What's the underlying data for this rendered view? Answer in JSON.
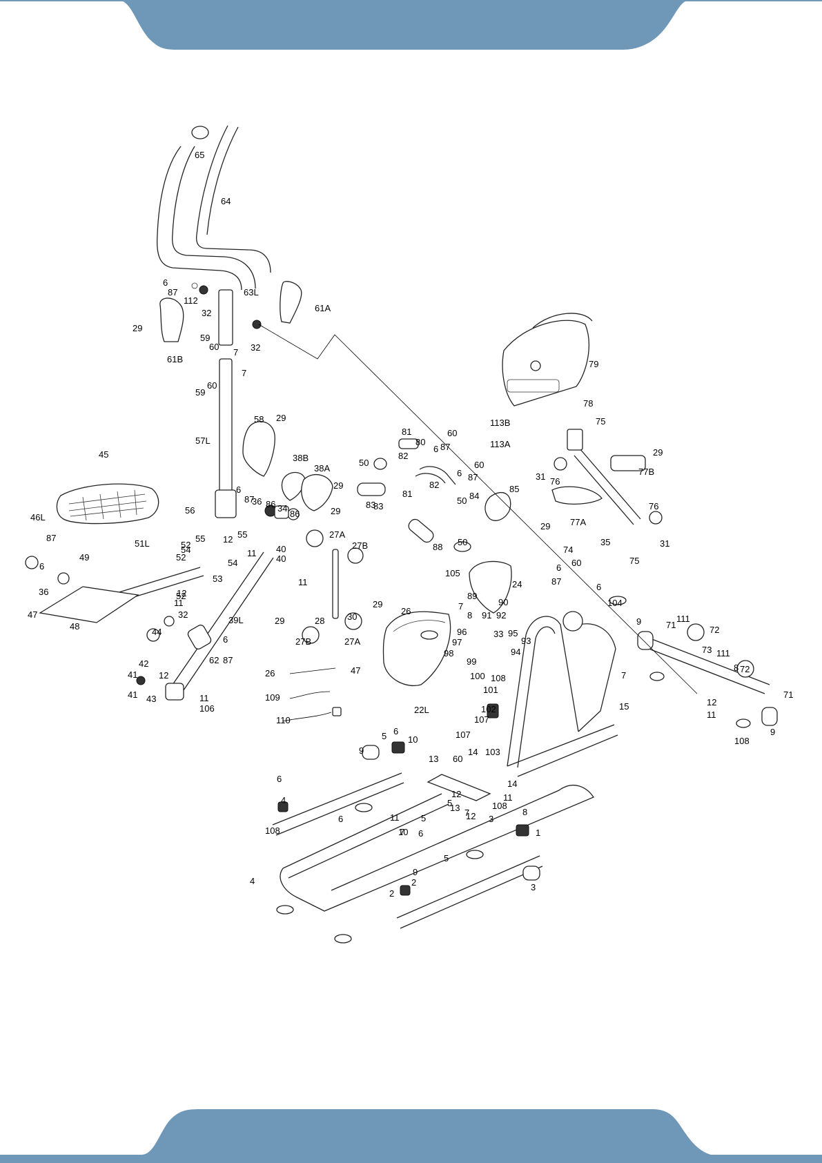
{
  "colors": {
    "band": "#6f97b8",
    "line": "#222222",
    "background": "#ffffff"
  },
  "callouts": [
    {
      "id": "c-65",
      "text": "65"
    },
    {
      "id": "c-64",
      "text": "64"
    },
    {
      "id": "c-6a",
      "text": "6"
    },
    {
      "id": "c-87a",
      "text": "87"
    },
    {
      "id": "c-112",
      "text": "112"
    },
    {
      "id": "c-32a",
      "text": "32"
    },
    {
      "id": "c-63L",
      "text": "63L"
    },
    {
      "id": "c-61A",
      "text": "61A"
    },
    {
      "id": "c-29a",
      "text": "29"
    },
    {
      "id": "c-32b",
      "text": "32"
    },
    {
      "id": "c-61B",
      "text": "61B"
    },
    {
      "id": "c-59a",
      "text": "59"
    },
    {
      "id": "c-60a",
      "text": "60"
    },
    {
      "id": "c-7a",
      "text": "7"
    },
    {
      "id": "c-7b",
      "text": "7"
    },
    {
      "id": "c-59b",
      "text": "59"
    },
    {
      "id": "c-60b",
      "text": "60"
    },
    {
      "id": "c-79",
      "text": "79"
    },
    {
      "id": "c-78",
      "text": "78"
    },
    {
      "id": "c-113B",
      "text": "113B"
    },
    {
      "id": "c-75a",
      "text": "75"
    },
    {
      "id": "c-57L",
      "text": "57L"
    },
    {
      "id": "c-58",
      "text": "58"
    },
    {
      "id": "c-29b",
      "text": "29"
    },
    {
      "id": "c-81a",
      "text": "81"
    },
    {
      "id": "c-80",
      "text": "80"
    },
    {
      "id": "c-6b",
      "text": "6"
    },
    {
      "id": "c-87b",
      "text": "87"
    },
    {
      "id": "c-60c",
      "text": "60"
    },
    {
      "id": "c-113A",
      "text": "113A"
    },
    {
      "id": "c-60d",
      "text": "60"
    },
    {
      "id": "c-87c",
      "text": "87"
    },
    {
      "id": "c-6c",
      "text": "6"
    },
    {
      "id": "c-50a",
      "text": "50"
    },
    {
      "id": "c-82a",
      "text": "82"
    },
    {
      "id": "c-31a",
      "text": "31"
    },
    {
      "id": "c-76a",
      "text": "76"
    },
    {
      "id": "c-29c",
      "text": "29"
    },
    {
      "id": "c-77B",
      "text": "77B"
    },
    {
      "id": "c-45",
      "text": "45"
    },
    {
      "id": "c-38B",
      "text": "38B"
    },
    {
      "id": "c-38A",
      "text": "38A"
    },
    {
      "id": "c-83a",
      "text": "83"
    },
    {
      "id": "c-81b",
      "text": "81"
    },
    {
      "id": "c-82b",
      "text": "82"
    },
    {
      "id": "c-84",
      "text": "84"
    },
    {
      "id": "c-85",
      "text": "85"
    },
    {
      "id": "c-29d",
      "text": "29"
    },
    {
      "id": "c-46L",
      "text": "46L"
    },
    {
      "id": "c-56",
      "text": "56"
    },
    {
      "id": "c-6d",
      "text": "6"
    },
    {
      "id": "c-87d",
      "text": "87"
    },
    {
      "id": "c-36a",
      "text": "36"
    },
    {
      "id": "c-34",
      "text": "34"
    },
    {
      "id": "c-86a",
      "text": "86"
    },
    {
      "id": "c-86b",
      "text": "86"
    },
    {
      "id": "c-29e",
      "text": "29"
    },
    {
      "id": "c-50b",
      "text": "50"
    },
    {
      "id": "c-83b",
      "text": "83"
    },
    {
      "id": "c-29f",
      "text": "29"
    },
    {
      "id": "c-77A",
      "text": "77A"
    },
    {
      "id": "c-76b",
      "text": "76"
    },
    {
      "id": "c-35",
      "text": "35"
    },
    {
      "id": "c-31b",
      "text": "31"
    },
    {
      "id": "c-75b",
      "text": "75"
    },
    {
      "id": "c-55a",
      "text": "55"
    },
    {
      "id": "c-54a",
      "text": "54"
    },
    {
      "id": "c-12a",
      "text": "12"
    },
    {
      "id": "c-55b",
      "text": "55"
    },
    {
      "id": "c-40a",
      "text": "40"
    },
    {
      "id": "c-27Aa",
      "text": "27A"
    },
    {
      "id": "c-88",
      "text": "88"
    },
    {
      "id": "c-50c",
      "text": "50"
    },
    {
      "id": "c-6e",
      "text": "6"
    },
    {
      "id": "c-87e",
      "text": "87"
    },
    {
      "id": "c-49",
      "text": "49"
    },
    {
      "id": "c-51L",
      "text": "51L"
    },
    {
      "id": "c-52a",
      "text": "52"
    },
    {
      "id": "c-53",
      "text": "53"
    },
    {
      "id": "c-54b",
      "text": "54"
    },
    {
      "id": "c-11a",
      "text": "11"
    },
    {
      "id": "c-52b",
      "text": "52"
    },
    {
      "id": "c-40b",
      "text": "40"
    },
    {
      "id": "c-11b",
      "text": "11"
    },
    {
      "id": "c-27B",
      "text": "27B"
    },
    {
      "id": "c-29g",
      "text": "29"
    },
    {
      "id": "c-74",
      "text": "74"
    },
    {
      "id": "c-87f",
      "text": "87"
    },
    {
      "id": "c-60e",
      "text": "60"
    },
    {
      "id": "c-36b",
      "text": "36"
    },
    {
      "id": "c-52c",
      "text": "52"
    },
    {
      "id": "c-12b",
      "text": "12"
    },
    {
      "id": "c-11c",
      "text": "11"
    },
    {
      "id": "c-89",
      "text": "89"
    },
    {
      "id": "c-105",
      "text": "105"
    },
    {
      "id": "c-24",
      "text": "24"
    },
    {
      "id": "c-6f",
      "text": "6"
    },
    {
      "id": "c-6g",
      "text": "6"
    },
    {
      "id": "c-104",
      "text": "104"
    },
    {
      "id": "c-47a",
      "text": "47"
    },
    {
      "id": "c-32c",
      "text": "32"
    },
    {
      "id": "c-39L",
      "text": "39L"
    },
    {
      "id": "c-29h",
      "text": "29"
    },
    {
      "id": "c-30",
      "text": "30"
    },
    {
      "id": "c-90",
      "text": "90"
    },
    {
      "id": "c-48",
      "text": "48"
    },
    {
      "id": "c-44",
      "text": "44"
    },
    {
      "id": "c-27Bb",
      "text": "27B"
    },
    {
      "id": "c-28",
      "text": "28"
    },
    {
      "id": "c-27Ab",
      "text": "27A"
    },
    {
      "id": "c-26a",
      "text": "26"
    },
    {
      "id": "c-7c",
      "text": "7"
    },
    {
      "id": "c-8a",
      "text": "8"
    },
    {
      "id": "c-91",
      "text": "91"
    },
    {
      "id": "c-92",
      "text": "92"
    },
    {
      "id": "c-96",
      "text": "96"
    },
    {
      "id": "c-33",
      "text": "33"
    },
    {
      "id": "c-95",
      "text": "95"
    },
    {
      "id": "c-93",
      "text": "93"
    },
    {
      "id": "c-97",
      "text": "97"
    },
    {
      "id": "c-94",
      "text": "94"
    },
    {
      "id": "c-98",
      "text": "98"
    },
    {
      "id": "c-99",
      "text": "99"
    },
    {
      "id": "c-9a",
      "text": "9"
    },
    {
      "id": "c-71a",
      "text": "71"
    },
    {
      "id": "c-111a",
      "text": "111"
    },
    {
      "id": "c-72a",
      "text": "72"
    },
    {
      "id": "c-73",
      "text": "73"
    },
    {
      "id": "c-111b",
      "text": "111"
    },
    {
      "id": "c-6h",
      "text": "6"
    },
    {
      "id": "c-62",
      "text": "62"
    },
    {
      "id": "c-87g",
      "text": "87"
    },
    {
      "id": "c-42",
      "text": "42"
    },
    {
      "id": "c-41a",
      "text": "41"
    },
    {
      "id": "c-41b",
      "text": "41"
    },
    {
      "id": "c-43",
      "text": "43"
    },
    {
      "id": "c-12c",
      "text": "12"
    },
    {
      "id": "c-11d",
      "text": "11"
    },
    {
      "id": "c-106",
      "text": "106"
    },
    {
      "id": "c-26b",
      "text": "26"
    },
    {
      "id": "c-47b",
      "text": "47"
    },
    {
      "id": "c-100",
      "text": "100"
    },
    {
      "id": "c-108a",
      "text": "108"
    },
    {
      "id": "c-7d",
      "text": "7"
    },
    {
      "id": "c-8b",
      "text": "8"
    },
    {
      "id": "c-72b",
      "text": "72"
    },
    {
      "id": "c-101",
      "text": "101"
    },
    {
      "id": "c-71b",
      "text": "71"
    },
    {
      "id": "c-109",
      "text": "109"
    },
    {
      "id": "c-22L",
      "text": "22L"
    },
    {
      "id": "c-12d",
      "text": "12"
    },
    {
      "id": "c-102",
      "text": "102"
    },
    {
      "id": "c-15",
      "text": "15"
    },
    {
      "id": "c-107a",
      "text": "107"
    },
    {
      "id": "c-11e",
      "text": "11"
    },
    {
      "id": "c-110",
      "text": "110"
    },
    {
      "id": "c-108b",
      "text": "108"
    },
    {
      "id": "c-9b",
      "text": "9"
    },
    {
      "id": "c-6i",
      "text": "6"
    },
    {
      "id": "c-107b",
      "text": "107"
    },
    {
      "id": "c-5a",
      "text": "5"
    },
    {
      "id": "c-10a",
      "text": "10"
    },
    {
      "id": "c-103",
      "text": "103"
    },
    {
      "id": "c-9c",
      "text": "9"
    },
    {
      "id": "c-13a",
      "text": "13"
    },
    {
      "id": "c-60f",
      "text": "60"
    },
    {
      "id": "c-14a",
      "text": "14"
    },
    {
      "id": "c-6j",
      "text": "6"
    },
    {
      "id": "c-12e",
      "text": "12"
    },
    {
      "id": "c-14b",
      "text": "14"
    },
    {
      "id": "c-5b",
      "text": "5"
    },
    {
      "id": "c-11f",
      "text": "11"
    },
    {
      "id": "c-4a",
      "text": "4"
    },
    {
      "id": "c-13b",
      "text": "13"
    },
    {
      "id": "c-108c",
      "text": "108"
    },
    {
      "id": "c-12f",
      "text": "12"
    },
    {
      "id": "c-6k",
      "text": "6"
    },
    {
      "id": "c-7e",
      "text": "7"
    },
    {
      "id": "c-8c",
      "text": "8"
    },
    {
      "id": "c-11g",
      "text": "11"
    },
    {
      "id": "c-5c",
      "text": "5"
    },
    {
      "id": "c-3a",
      "text": "3"
    },
    {
      "id": "c-7f",
      "text": "7"
    },
    {
      "id": "c-10b",
      "text": "10"
    },
    {
      "id": "c-108d",
      "text": "108"
    },
    {
      "id": "c-6l",
      "text": "6"
    },
    {
      "id": "c-1",
      "text": "1"
    },
    {
      "id": "c-5d",
      "text": "5"
    },
    {
      "id": "c-9d",
      "text": "9"
    },
    {
      "id": "c-4b",
      "text": "4"
    },
    {
      "id": "c-2a",
      "text": "2"
    },
    {
      "id": "c-3b",
      "text": "3"
    },
    {
      "id": "c-2b",
      "text": "2"
    }
  ]
}
